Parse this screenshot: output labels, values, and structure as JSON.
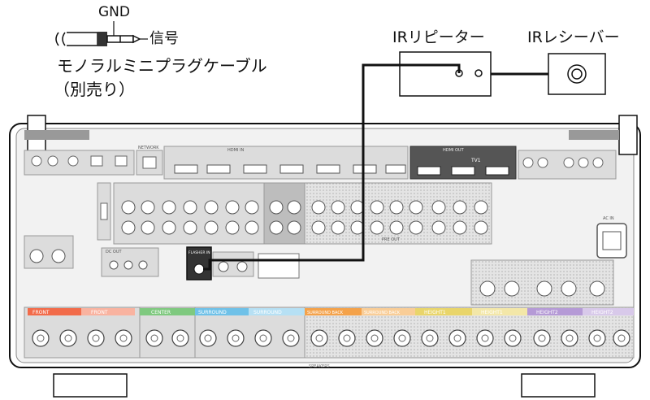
{
  "cable": {
    "gnd_label": "GND",
    "signal_label": "信号",
    "name_line1": "モノラルミニプラグケーブル",
    "name_line2": "（別売り）"
  },
  "ir_repeater": {
    "label": "IRリピーター"
  },
  "ir_receiver": {
    "label": "IRレシーバー"
  },
  "receiver": {
    "network": "NETWORK",
    "hdmi_in": "HDMI IN",
    "hdmi_out": "HDMI OUT",
    "tv1": "TV1",
    "ac_in": "AC IN",
    "ir_flasher_jack": "FLASHER IN",
    "dc_out": "DC OUT",
    "speakers": "SPEAKERS",
    "pre_out": "PRE OUT",
    "front_r": "FRONT",
    "front_l": "FRONT",
    "center": "CENTER",
    "surround_r": "SURROUND",
    "surround_l": "SURROUND",
    "surround_back_r": "SURROUND BACK",
    "surround_back_l": "SURROUND BACK",
    "height1_r": "HEIGHT1",
    "height1_l": "HEIGHT1",
    "height2_r": "HEIGHT2",
    "height2_l": "HEIGHT2"
  },
  "colors": {
    "front": "#f26b4a",
    "front_l": "#f9b3a0",
    "center": "#7fc97f",
    "surround": "#6fc1e8",
    "surround_l": "#b6e0f4",
    "surround_back": "#f4a24a",
    "surround_back_l": "#f9cd97",
    "height1": "#e9d56a",
    "height1_l": "#f3e7a8",
    "height2": "#b59ad6",
    "height2_l": "#d8c9ea",
    "panel": "#d9d9d9",
    "cable": "#111111"
  }
}
